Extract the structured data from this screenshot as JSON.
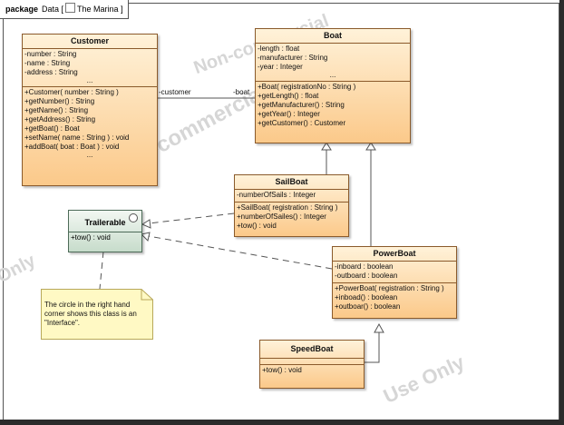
{
  "package": {
    "keyword": "package",
    "prefix": "Data [",
    "name": "The Marina",
    "suffix": "]"
  },
  "watermarks": [
    "Non-commercial",
    "Non-commercial",
    "Only",
    "Use Only"
  ],
  "classes": {
    "customer": {
      "name": "Customer",
      "attributes": [
        "-number : String",
        "-name : String",
        "-address : String"
      ],
      "attr_more": "...",
      "operations": [
        "+Customer( number : String )",
        "+getNumber() : String",
        "+getName() : String",
        "+getAddress() : String",
        "+getBoat() : Boat",
        "+setName( name : String ) : void",
        "+addBoat( boat : Boat ) : void"
      ],
      "ops_more": "..."
    },
    "boat": {
      "name": "Boat",
      "attributes": [
        "-length : float",
        "-manufacturer : String",
        "-year : Integer"
      ],
      "attr_more": "...",
      "operations": [
        "+Boat( registrationNo : String )",
        "+getLength() : float",
        "+getManufacturer() : String",
        "+getYear() : Integer",
        "+getCustomer() : Customer"
      ]
    },
    "sailboat": {
      "name": "SailBoat",
      "attributes": [
        "-numberOfSails : Integer"
      ],
      "operations": [
        "+SailBoat( registration : String )",
        "+numberOfSailes() : Integer",
        "+tow() : void"
      ]
    },
    "powerboat": {
      "name": "PowerBoat",
      "attributes": [
        "-inboard : boolean",
        "-outboard : boolean"
      ],
      "operations": [
        "+PowerBoat( registration : String )",
        "+inboad() : boolean",
        "+outboar() : boolean"
      ]
    },
    "speedboat": {
      "name": "SpeedBoat",
      "attributes": [],
      "operations": [
        "+tow() : void"
      ]
    }
  },
  "interface": {
    "name": "Trailerable",
    "operations": [
      "+tow() : void"
    ]
  },
  "association": {
    "customer_role": "-customer",
    "boat_role": "-boat"
  },
  "note": {
    "text": "The circle in the right hand corner shows this class is an \"Interface\"."
  },
  "colors": {
    "class_fill_top": "#fff2d9",
    "class_fill_bottom": "#fbc98a",
    "interface_fill": "#c7dccb",
    "note_fill": "#fff9c4"
  }
}
